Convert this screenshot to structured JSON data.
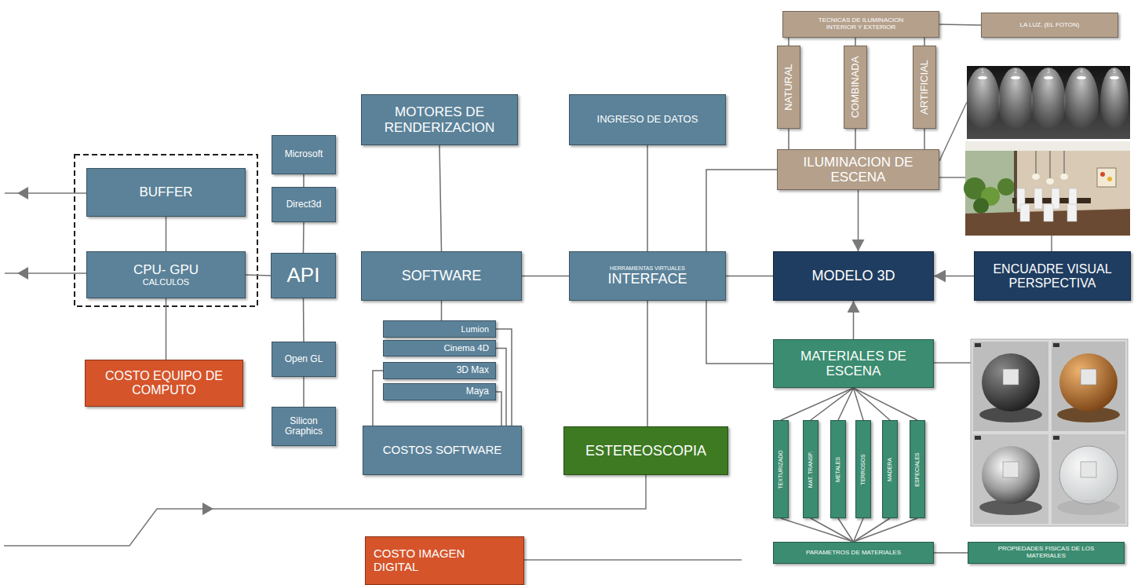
{
  "diagram": {
    "nodes": [
      {
        "text": [
          "TECNICAS DE ILUMINACION INTERIOR Y EXTERIOR"
        ]
      },
      {
        "text": [
          "LA LUZ. (EL FOTON)"
        ]
      },
      {
        "text": [
          "NATURAL"
        ]
      },
      {
        "text": [
          "COMBINADA"
        ]
      },
      {
        "text": [
          "ARTIFICIAL"
        ]
      },
      {
        "text": [
          "MOTORES DE RENDERIZACION"
        ]
      },
      {
        "text": [
          "INGRESO DE DATOS"
        ]
      },
      {
        "text": [
          "Microsoft"
        ]
      },
      {
        "text": [
          "BUFFER"
        ]
      },
      {
        "text": [
          "ILUMINACION DE ESCENA"
        ]
      },
      {
        "text": [
          "Direct3d"
        ]
      },
      {
        "text": [
          "CPU- GPU",
          "CALCULOS"
        ]
      },
      {
        "text": [
          "API"
        ]
      },
      {
        "text": [
          "SOFTWARE"
        ]
      },
      {
        "text": [
          "HERRAMIENTAS VIRTUALES",
          "INTERFACE"
        ]
      },
      {
        "text": [
          "MODELO 3D"
        ]
      },
      {
        "text": [
          "ENCUADRE VISUAL PERSPECTIVA"
        ]
      },
      {
        "text": [
          "Lumion"
        ]
      },
      {
        "text": [
          "Cinema 4D"
        ]
      },
      {
        "text": [
          "MATERIALES DE ESCENA"
        ]
      },
      {
        "text": [
          "Open GL"
        ]
      },
      {
        "text": [
          "COSTO EQUIPO DE COMPUTO"
        ]
      },
      {
        "text": [
          "3D Max"
        ]
      },
      {
        "text": [
          "Maya"
        ]
      },
      {
        "text": [
          "Silicon Graphics"
        ]
      },
      {
        "text": [
          "COSTOS SOFTWARE"
        ]
      },
      {
        "text": [
          "ESTEREOSCOPIA"
        ]
      },
      {
        "text": [
          "TEXTURIZADO"
        ]
      },
      {
        "text": [
          "MAT. TRANSP."
        ]
      },
      {
        "text": [
          "METALES"
        ]
      },
      {
        "text": [
          "TERROSOS"
        ]
      },
      {
        "text": [
          "MADERA"
        ]
      },
      {
        "text": [
          "ESPECIALES"
        ]
      },
      {
        "text": [
          "PARAMETROS DE MATERIALES"
        ]
      },
      {
        "text": [
          "PROPIEDADES FISICAS DE LOS MATERIALES"
        ]
      },
      {
        "text": [
          "COSTO IMAGEN DIGITAL"
        ]
      }
    ],
    "edges": [
      {
        "from": 0,
        "to": 1,
        "arrow": "none"
      },
      {
        "from": 0,
        "to": 2,
        "arrow": "none"
      },
      {
        "from": 0,
        "to": 3,
        "arrow": "none"
      },
      {
        "from": 0,
        "to": 4,
        "arrow": "none"
      },
      {
        "from": 2,
        "to": 9,
        "arrow": "none"
      },
      {
        "from": 3,
        "to": 9,
        "arrow": "none"
      },
      {
        "from": 4,
        "to": 9,
        "arrow": "none"
      },
      {
        "from": 5,
        "to": 13,
        "arrow": "none"
      },
      {
        "from": 6,
        "to": 14,
        "arrow": "none"
      },
      {
        "from": 7,
        "to": 10,
        "arrow": "none"
      },
      {
        "from": 10,
        "to": 12,
        "arrow": "none"
      },
      {
        "from": 8,
        "to": 11,
        "arrow": "none"
      },
      {
        "from": 11,
        "to": 12,
        "arrow": "none"
      },
      {
        "from": 12,
        "to": 20,
        "arrow": "none"
      },
      {
        "from": 20,
        "to": 24,
        "arrow": "none"
      },
      {
        "from": 11,
        "to": 21,
        "arrow": "none"
      },
      {
        "from": 13,
        "to": 14,
        "arrow": "none"
      },
      {
        "from": 14,
        "to": 15,
        "arrow": "none"
      },
      {
        "from": 14,
        "to": 9,
        "arrow": "none"
      },
      {
        "from": 14,
        "to": 19,
        "arrow": "none"
      },
      {
        "from": 9,
        "to": 15,
        "arrow": "to"
      },
      {
        "from": 19,
        "to": 15,
        "arrow": "to"
      },
      {
        "from": 16,
        "to": 15,
        "arrow": "to"
      },
      {
        "from": 13,
        "to": 17,
        "arrow": "none"
      },
      {
        "from": 17,
        "to": 25,
        "arrow": "none"
      },
      {
        "from": 18,
        "to": 25,
        "arrow": "none"
      },
      {
        "from": 22,
        "to": 25,
        "arrow": "none"
      },
      {
        "from": 23,
        "to": 25,
        "arrow": "none"
      },
      {
        "from": 14,
        "to": 26,
        "arrow": "none"
      },
      {
        "from": 19,
        "to": 27,
        "arrow": "none"
      },
      {
        "from": 19,
        "to": 28,
        "arrow": "none"
      },
      {
        "from": 19,
        "to": 29,
        "arrow": "none"
      },
      {
        "from": 19,
        "to": 30,
        "arrow": "none"
      },
      {
        "from": 19,
        "to": 31,
        "arrow": "none"
      },
      {
        "from": 19,
        "to": 32,
        "arrow": "none"
      },
      {
        "from": 27,
        "to": 33,
        "arrow": "none"
      },
      {
        "from": 28,
        "to": 33,
        "arrow": "none"
      },
      {
        "from": 29,
        "to": 33,
        "arrow": "none"
      },
      {
        "from": 30,
        "to": 33,
        "arrow": "none"
      },
      {
        "from": 31,
        "to": 33,
        "arrow": "none"
      },
      {
        "from": 32,
        "to": 33,
        "arrow": "none"
      },
      {
        "from": 33,
        "to": 34,
        "arrow": "none"
      }
    ],
    "labels": [
      "1",
      "2",
      "3",
      "4",
      "5"
    ]
  }
}
